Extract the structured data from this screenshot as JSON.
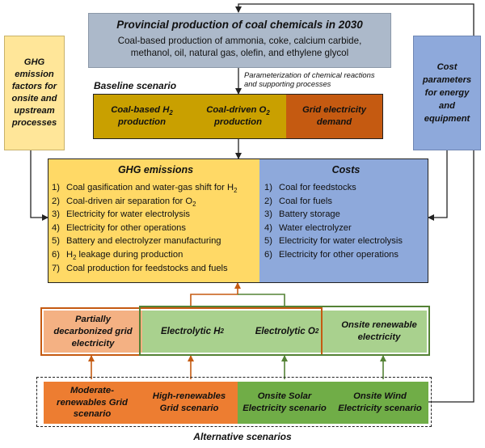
{
  "top": {
    "title": "Provincial production of coal chemicals in 2030",
    "line1": "Coal-based production of ammonia, coke, calcium carbide,",
    "line2": "methanol, oil, natural gas, olefin, and ethylene glycol"
  },
  "left_box": {
    "lines": [
      "GHG",
      "emission",
      "factors for",
      "onsite and",
      "upstream",
      "processes"
    ],
    "color": "#FFE699"
  },
  "right_box": {
    "lines": [
      "Cost",
      "parameters",
      "for energy",
      "and",
      "equipment"
    ],
    "color": "#8EA9DB"
  },
  "parameterization": {
    "line1": "Parameterization of chemical reactions",
    "line2": "and supporting processes"
  },
  "baseline": {
    "label": "Baseline scenario",
    "h2": {
      "pre": "Coal-based H",
      "sub": "2",
      "line2": "production"
    },
    "o2": {
      "pre": "Coal-driven O",
      "sub": "2",
      "line2": "production"
    },
    "grid": {
      "line1": "Grid electricity",
      "line2": "demand"
    }
  },
  "ghg": {
    "title": "GHG emissions",
    "items": [
      {
        "n": "1)",
        "pre": "Coal gasification and water-gas shift for H",
        "sub": "2",
        "post": ""
      },
      {
        "n": "2)",
        "pre": "Coal-driven air separation for O",
        "sub": "2",
        "post": ""
      },
      {
        "n": "3)",
        "pre": "Electricity for water electrolysis",
        "sub": "",
        "post": ""
      },
      {
        "n": "4)",
        "pre": "Electricity for other operations",
        "sub": "",
        "post": ""
      },
      {
        "n": "5)",
        "pre": "Battery and electrolyzer manufacturing",
        "sub": "",
        "post": ""
      },
      {
        "n": "6)",
        "pre": "H",
        "sub": "2",
        "post": " leakage during production"
      },
      {
        "n": "7)",
        "pre": "Coal production for feedstocks and fuels",
        "sub": "",
        "post": ""
      }
    ]
  },
  "costs": {
    "title": "Costs",
    "items": [
      {
        "n": "1)",
        "text": "Coal for feedstocks"
      },
      {
        "n": "2)",
        "text": "Coal for fuels"
      },
      {
        "n": "3)",
        "text": "Battery storage"
      },
      {
        "n": "4)",
        "text": "Water electrolyzer"
      },
      {
        "n": "5)",
        "text": "Electricity for water electrolysis"
      },
      {
        "n": "6)",
        "text": "Electricity for other operations"
      }
    ]
  },
  "middle": {
    "grid": {
      "line1": "Partially",
      "line2": "decarbonized grid",
      "line3": "electricity"
    },
    "h2": {
      "pre": "Electrolytic H",
      "sub": "2"
    },
    "o2": {
      "pre": "Electrolytic O",
      "sub": "2"
    },
    "onsite": {
      "line1": "Onsite renewable",
      "line2": "electricity"
    }
  },
  "scenarios": {
    "label": "Alternative scenarios",
    "s1": {
      "line1": "Moderate-",
      "line2": "renewables Grid",
      "line3": "scenario"
    },
    "s2": {
      "line1": "High-renewables",
      "line2": "Grid scenario"
    },
    "s3": {
      "line1": "Onsite Solar",
      "line2": "Electricity scenario"
    },
    "s4": {
      "line1": "Onsite Wind",
      "line2": "Electricity scenario"
    }
  },
  "colors": {
    "top_fill": "#ACB9CA",
    "baseline_gold": "#C9A000",
    "baseline_orange": "#C55A11",
    "ghg_fill": "#FFD966",
    "costs_fill": "#8EA9DB",
    "orange_line": "#C55A11",
    "green_line": "#548235",
    "scenario_orange": "#ED7D31",
    "scenario_green": "#70AD47",
    "light_orange": "#F4B183",
    "light_green": "#A9D18E"
  }
}
